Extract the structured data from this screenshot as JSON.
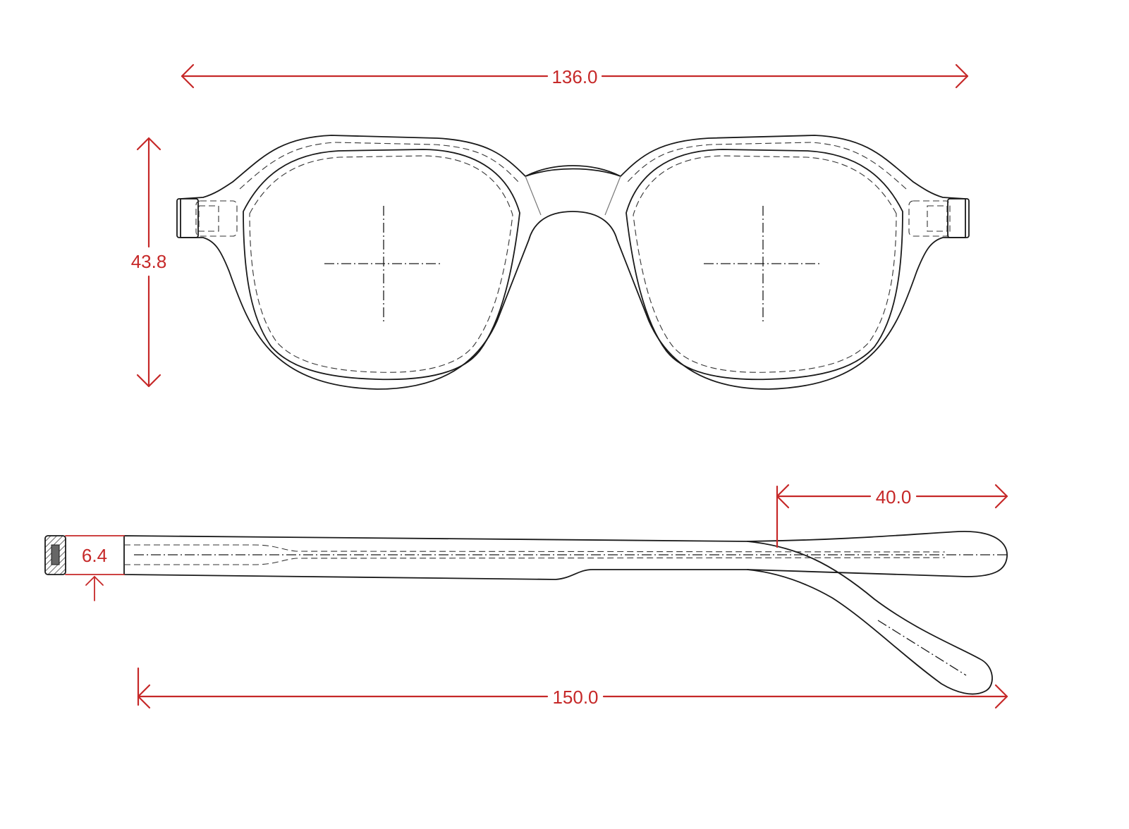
{
  "colors": {
    "dimension": "#c62828",
    "outline": "#1a1a1a"
  },
  "dimensions": {
    "total_width": "136.0",
    "lens_height": "43.8",
    "temple_thickness": "6.4",
    "temple_tip": "40.0",
    "temple_length": "150.0"
  }
}
